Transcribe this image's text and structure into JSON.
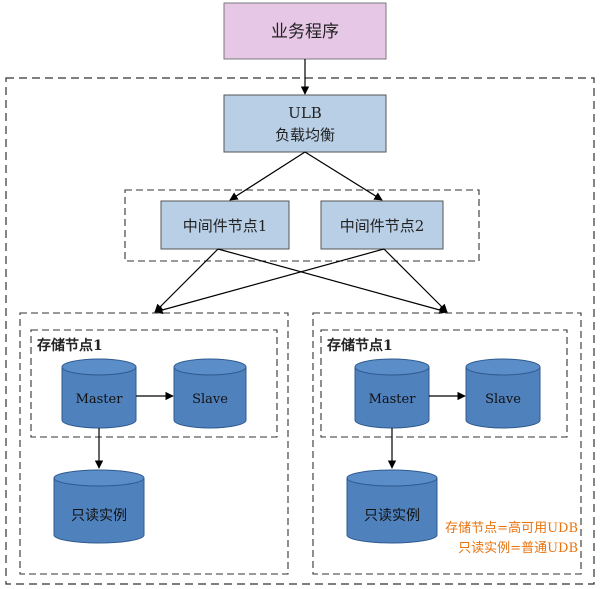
{
  "app_box": {
    "label": "业务程序"
  },
  "ulb_box": {
    "line1": "ULB",
    "line2": "负载均衡"
  },
  "middleware": [
    {
      "label": "中间件节点1"
    },
    {
      "label": "中间件节点2"
    }
  ],
  "storage_groups": [
    {
      "label": "存储节点1",
      "master": "Master",
      "slave": "Slave",
      "readonly": "只读实例"
    },
    {
      "label": "存储节点1",
      "master": "Master",
      "slave": "Slave",
      "readonly": "只读实例"
    }
  ],
  "legend": {
    "line1": "存储节点=高可用UDB",
    "line2": "只读实例=普通UDB"
  },
  "colors": {
    "app_fill": "#e6c8e6",
    "ulb_fill": "#b8cfe6",
    "middleware_fill": "#b8cfe6",
    "cylinder_fill": "#4f81bd",
    "cylinder_top": "#5b8ec8",
    "legend_text": "#e8730f",
    "border": "#555555"
  }
}
